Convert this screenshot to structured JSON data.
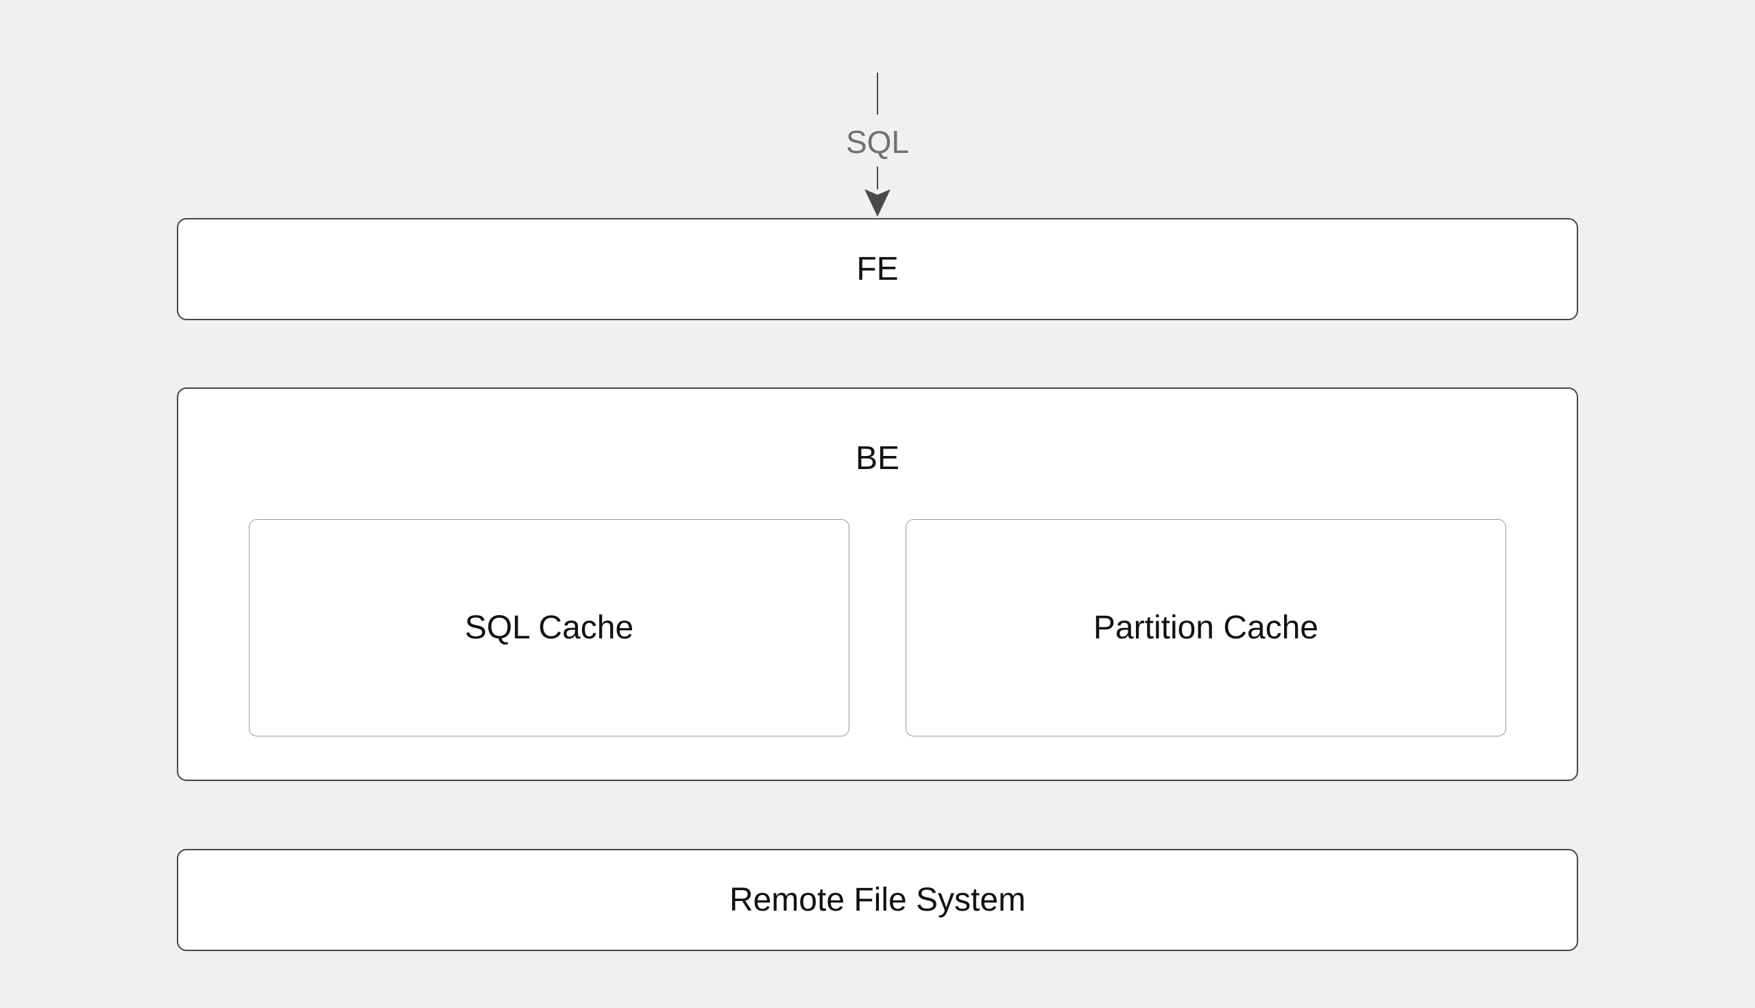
{
  "diagram": {
    "title_hint": "query cache architecture diagram",
    "background_color": "#f0f0ef",
    "node_fill_color": "#ffffff",
    "outer_border_color": "#464646",
    "inner_border_color": "#9a9a9a",
    "arrow": {
      "label": "SQL",
      "direction": "down",
      "line_color": "#4a4a4a",
      "label_color": "#707070",
      "target": "FE"
    },
    "nodes": {
      "fe": {
        "label": "FE"
      },
      "be": {
        "label": "BE"
      },
      "sql_cache": {
        "label": "SQL Cache",
        "parent": "BE"
      },
      "partition_cache": {
        "label": "Partition Cache",
        "parent": "BE"
      },
      "remote_file_system": {
        "label": "Remote File System"
      }
    }
  }
}
